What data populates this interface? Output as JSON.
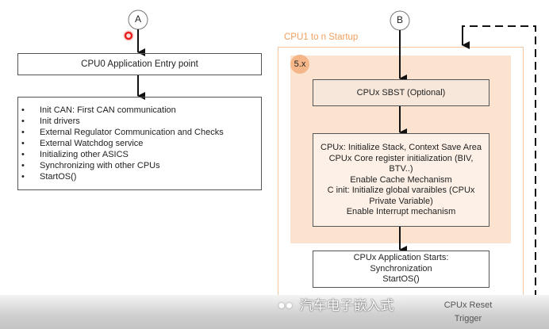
{
  "left_flow": {
    "connector": "A",
    "entry_box": "CPU0 Application Entry point",
    "steps": [
      "Init CAN: First CAN communication",
      "Init drivers",
      "External Regulator Communication and Checks",
      "External Watchdog service",
      "Initializing other ASICS",
      "Synchronizing with other CPUs",
      "StartOS()"
    ]
  },
  "right_flow": {
    "connector": "B",
    "group_label": "CPU1 to n Startup",
    "badge": "5.x",
    "sbst_box": "CPUx SBST (Optional)",
    "init_box_lines": [
      "CPUx: Initialize Stack, Context Save Area",
      "CPUx Core register initialization (BIV,",
      "BTV..)",
      "Enable Cache Mechanism",
      "C init: Initialize global varaibles (CPUx",
      "Private Variable)",
      "Enable Interrupt mechanism"
    ],
    "app_box_lines": [
      "CPUx Application Starts:",
      "Synchronization",
      "StartOS()"
    ],
    "reset_label_1": "CPUx Reset",
    "reset_label_2": "Trigger"
  },
  "watermark": "汽车电子嵌入式",
  "colors": {
    "accent_orange": "#f0a060",
    "group_fill": "#fbe3d0",
    "badge": "#f5b78a",
    "cursor_dot": "#e82020"
  }
}
